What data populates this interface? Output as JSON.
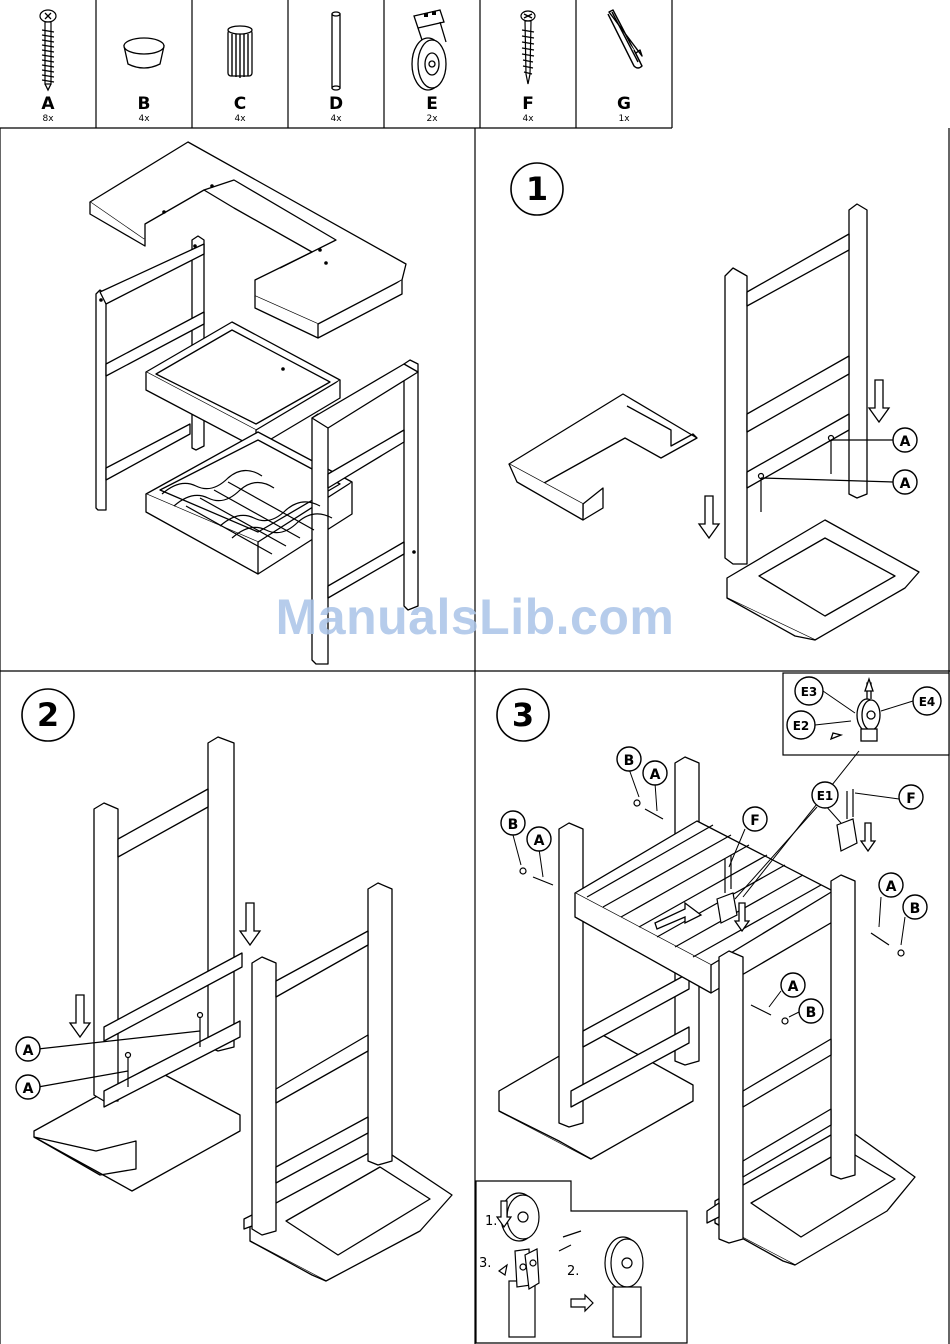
{
  "parts": [
    {
      "letter": "A",
      "qty": "8x",
      "icon": "screw-icon"
    },
    {
      "letter": "B",
      "qty": "4x",
      "icon": "cap-icon"
    },
    {
      "letter": "C",
      "qty": "4x",
      "icon": "dowel-icon"
    },
    {
      "letter": "D",
      "qty": "4x",
      "icon": "rod-icon"
    },
    {
      "letter": "E",
      "qty": "2x",
      "icon": "castor-wheel-icon"
    },
    {
      "letter": "F",
      "qty": "4x",
      "icon": "wood-screw-icon"
    },
    {
      "letter": "G",
      "qty": "1x",
      "icon": "allen-key-icon"
    }
  ],
  "steps": {
    "step1": {
      "number": "1",
      "callouts": [
        "A",
        "A"
      ]
    },
    "step2": {
      "number": "2",
      "callouts": [
        "A",
        "A"
      ]
    },
    "step3": {
      "number": "3",
      "callouts": [
        "B",
        "A",
        "B",
        "A",
        "F",
        "E1",
        "F",
        "A",
        "B",
        "A",
        "B"
      ]
    },
    "castor_detail": {
      "labels": [
        "E3",
        "E4",
        "E2"
      ]
    },
    "wheel_inset": {
      "labels": [
        "1.",
        "3.",
        "2."
      ]
    }
  },
  "watermark": "ManualsLib.com"
}
